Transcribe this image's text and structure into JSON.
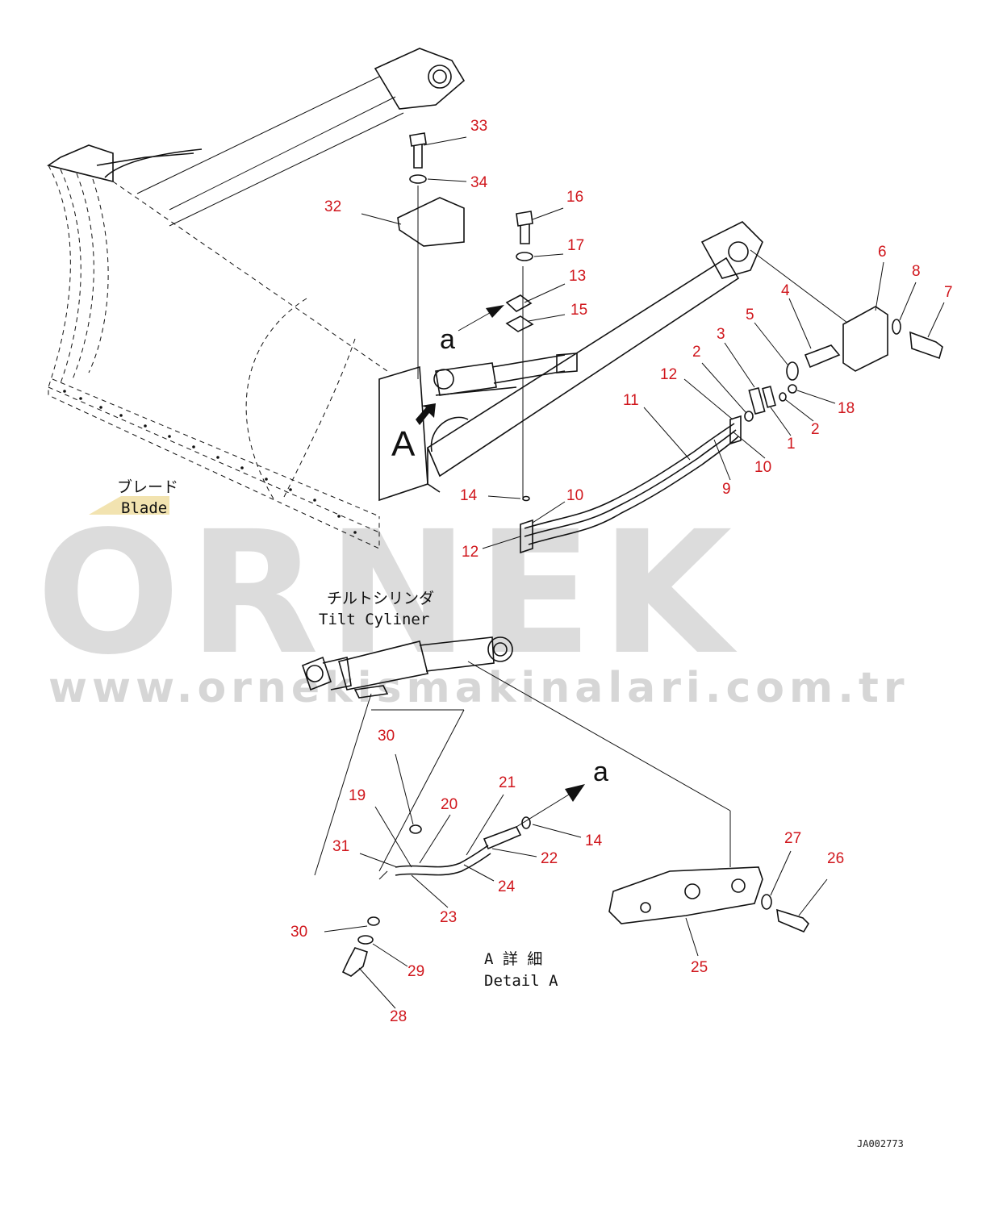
{
  "watermark": {
    "brand": "ORNEK",
    "url": "www.ornekismakinalari.com.tr"
  },
  "labels": {
    "blade_jp": "ブレード",
    "blade_en": "Blade",
    "tilt_jp": "チルトシリンダ",
    "tilt_en": "Tilt Cyliner",
    "detail_jp": "A 詳 細",
    "detail_en": "Detail A",
    "view_a": "A",
    "arrow_a_top": "a",
    "arrow_a_detail": "a",
    "drawing_code": "JA002773"
  },
  "callouts": [
    "33",
    "34",
    "32",
    "16",
    "17",
    "13",
    "15",
    "6",
    "8",
    "7",
    "4",
    "5",
    "3",
    "2",
    "12",
    "11",
    "18",
    "2",
    "1",
    "10",
    "9",
    "14",
    "10",
    "12",
    "30",
    "21",
    "19",
    "20",
    "14",
    "31",
    "22",
    "24",
    "23",
    "27",
    "26",
    "30",
    "29",
    "25",
    "28"
  ],
  "colors": {
    "callout": "#d0161c",
    "line": "#111111",
    "watermark": "#dcdcdc",
    "blade_tag": "#f2e3b0"
  }
}
